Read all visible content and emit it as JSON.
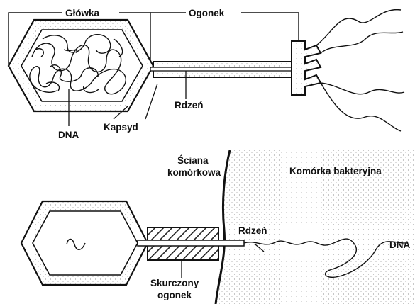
{
  "top_diagram": {
    "labels": {
      "head": "Główka",
      "tail": "Ogonek",
      "core": "Rdzeń",
      "dna": "DNA",
      "capsid": "Kapsyd"
    }
  },
  "bottom_diagram": {
    "labels": {
      "cell_wall_line1": "Ściana",
      "cell_wall_line2": "komórkowa",
      "bacterial_cell": "Komórka bakteryjna",
      "core": "Rdzeń",
      "dna": "DNA",
      "contracted_tail_line1": "Skurczony",
      "contracted_tail_line2": "ogonek"
    }
  }
}
